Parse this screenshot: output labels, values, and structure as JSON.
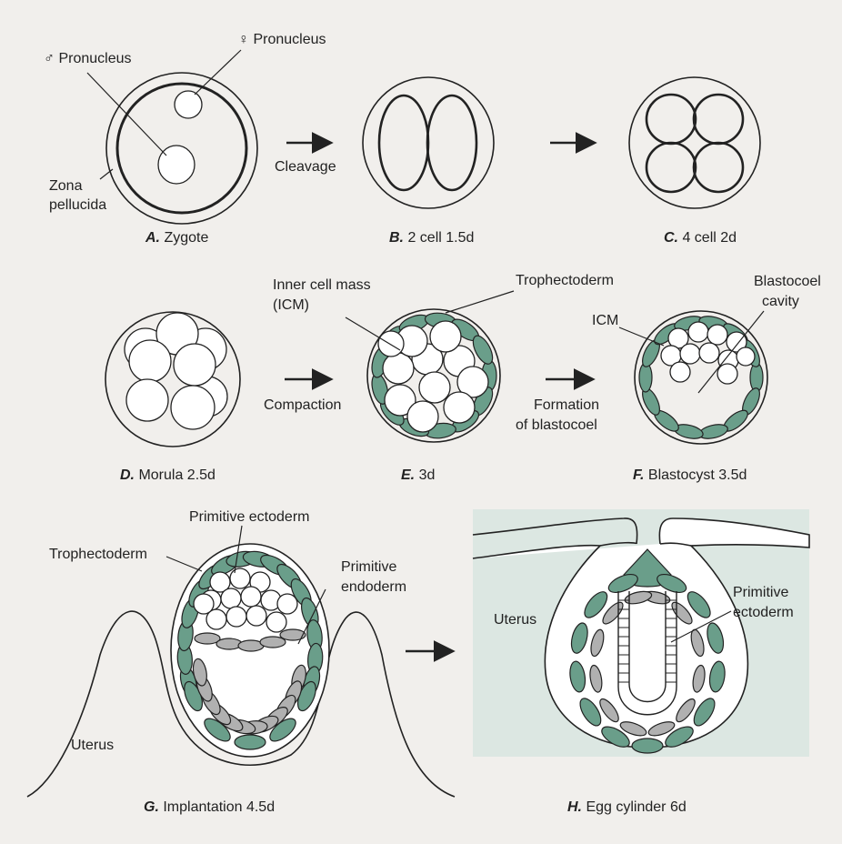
{
  "panels": {
    "a": {
      "letter": "A.",
      "caption": "Zygote",
      "male_pronucleus": "♂ Pronucleus",
      "female_pronucleus": "♀ Pronucleus",
      "zona1": "Zona",
      "zona2": "pellucida"
    },
    "b": {
      "letter": "B.",
      "caption": "2 cell 1.5d"
    },
    "c": {
      "letter": "C.",
      "caption": "4 cell 2d"
    },
    "d": {
      "letter": "D.",
      "caption": "Morula 2.5d"
    },
    "e": {
      "letter": "E.",
      "caption": "3d",
      "icm1": "Inner cell mass",
      "icm2": "(ICM)",
      "troph": "Trophectoderm"
    },
    "f": {
      "letter": "F.",
      "caption": "Blastocyst 3.5d",
      "icm": "ICM",
      "blasto1": "Blastocoel",
      "blasto2": "cavity"
    },
    "g": {
      "letter": "G.",
      "caption": "Implantation 4.5d",
      "troph": "Trophectoderm",
      "prim_ecto": "Primitive ectoderm",
      "prim_endo1": "Primitive",
      "prim_endo2": "endoderm",
      "uterus": "Uterus"
    },
    "h": {
      "letter": "H.",
      "caption": "Egg cylinder 6d",
      "uterus": "Uterus",
      "prim_ecto1": "Primitive",
      "prim_ecto2": "ectoderm"
    }
  },
  "arrows": {
    "cleavage": "Cleavage",
    "compaction": "Compaction",
    "formation1": "Formation",
    "formation2": "of blastocoel"
  },
  "colors": {
    "trophectoderm": "#6a9e8a",
    "endoderm": "#b0b0b0",
    "panel_h_bg": "#dce7e2"
  }
}
